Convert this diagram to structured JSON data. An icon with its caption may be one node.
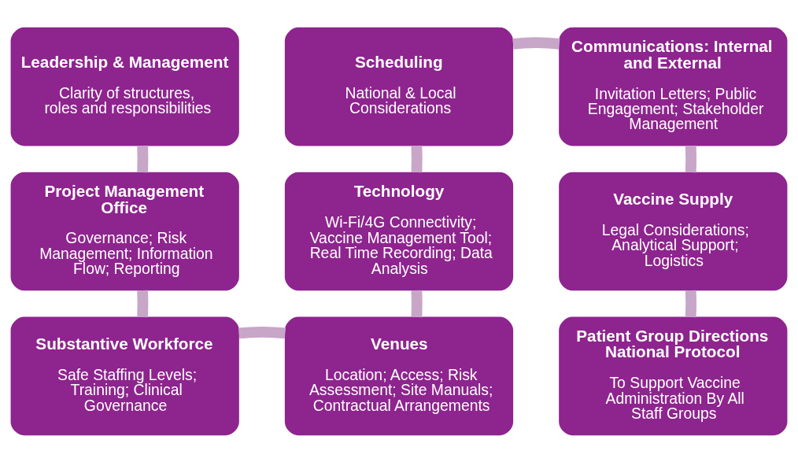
{
  "diagram": {
    "nodes": [
      {
        "text": [
          "Leadership & Management",
          "Clarity of structures, roles and responsibilities"
        ]
      },
      {
        "text": [
          "Project Management Office",
          "Governance; Risk Management; Information Flow; Reporting"
        ]
      },
      {
        "text": [
          "Substantive Workforce",
          "Safe Staffing Levels; Training; Clinical Governance"
        ]
      },
      {
        "text": [
          "Venues",
          "Location; Access; Risk Assessment; Site Manuals; Contractual Arrangements"
        ]
      },
      {
        "text": [
          "Technology",
          "Wi-Fi/4G Connectivity; Vaccine Management Tool;  Real Time Recording; Data Analysis"
        ]
      },
      {
        "text": [
          "Scheduling",
          "National & Local Considerations"
        ]
      },
      {
        "text": [
          "Communications: Internal and External",
          "Invitation Letters; Public Engagement; Stakeholder Management"
        ]
      },
      {
        "text": [
          "Vaccine Supply",
          "Legal Considerations; Analytical Support; Logistics"
        ]
      },
      {
        "text": [
          "Patient Group Directions National Protocol",
          "To Support Vaccine Administration By All Staff Groups"
        ]
      }
    ],
    "edges": [
      {
        "from": 0,
        "to": 1,
        "arrow": "none"
      },
      {
        "from": 1,
        "to": 2,
        "arrow": "none"
      },
      {
        "from": 2,
        "to": 3,
        "arrow": "none"
      },
      {
        "from": 3,
        "to": 4,
        "arrow": "none"
      },
      {
        "from": 4,
        "to": 5,
        "arrow": "none"
      },
      {
        "from": 5,
        "to": 6,
        "arrow": "none"
      },
      {
        "from": 6,
        "to": 7,
        "arrow": "none"
      },
      {
        "from": 7,
        "to": 8,
        "arrow": "none"
      }
    ]
  }
}
